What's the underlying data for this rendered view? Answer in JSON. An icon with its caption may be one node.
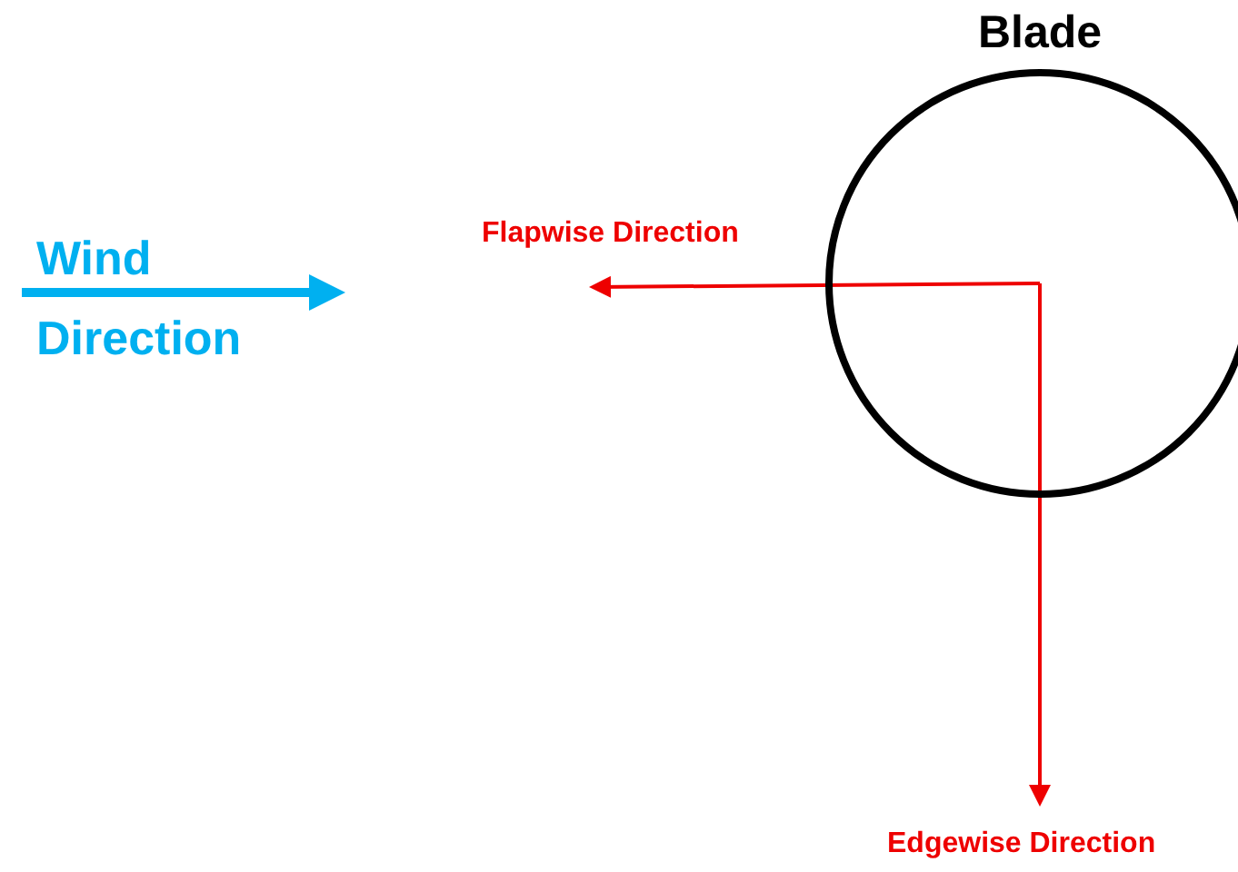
{
  "diagram": {
    "nodes": [
      {
        "text": [
          "Blade"
        ]
      }
    ],
    "labels": [
      "Wind Direction",
      "Flapwise Direction",
      "Edgewise Direction"
    ]
  }
}
